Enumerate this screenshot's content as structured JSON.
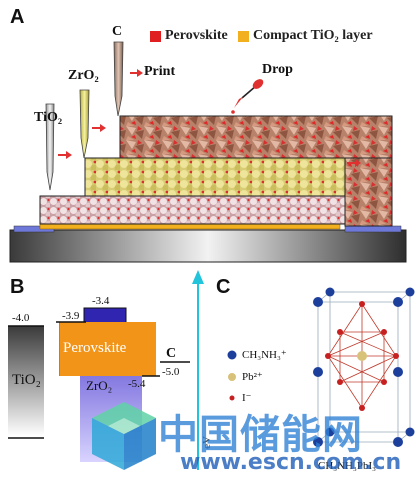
{
  "panel_a": {
    "letter": "A",
    "legend": [
      {
        "label": "Perovskite",
        "color": "#e02020"
      },
      {
        "label": "Compact TiO₂ layer",
        "color": "#f2b01e"
      }
    ],
    "tool_labels": {
      "tio2": "TiO₂",
      "zro2": "ZrO₂",
      "c": "C"
    },
    "print_label": "Print",
    "drop_label": "Drop"
  },
  "panel_b": {
    "letter": "B",
    "tio2": {
      "label": "TiO₂",
      "level": "-4.0"
    },
    "perovskite": {
      "label": "Perovskite",
      "top": "-3.4",
      "left": "-3.9",
      "bottom": "-5.4"
    },
    "zro2": {
      "label": "ZrO₂"
    },
    "carbon": {
      "label": "C",
      "level": "-5.0"
    }
  },
  "panel_c": {
    "letter": "C",
    "legend": [
      {
        "label": "CH₃NH₃⁺",
        "color": "#1d3f9c"
      },
      {
        "label": "Pb²⁺",
        "color": "#d8c27a"
      },
      {
        "label": "I⁻",
        "color": "#c62020"
      }
    ],
    "axis_label": "eV",
    "formula": "CH₃NH₃PbI₃"
  },
  "watermark": {
    "cn": "中国储能网",
    "url": "www.escn.com.cn"
  },
  "colors": {
    "accent_cyan": "#22c4dc",
    "perovskite_orange": "#f29418",
    "zro2_purple": "#6b64c8",
    "watermark_blue": "#2d7fd6"
  }
}
